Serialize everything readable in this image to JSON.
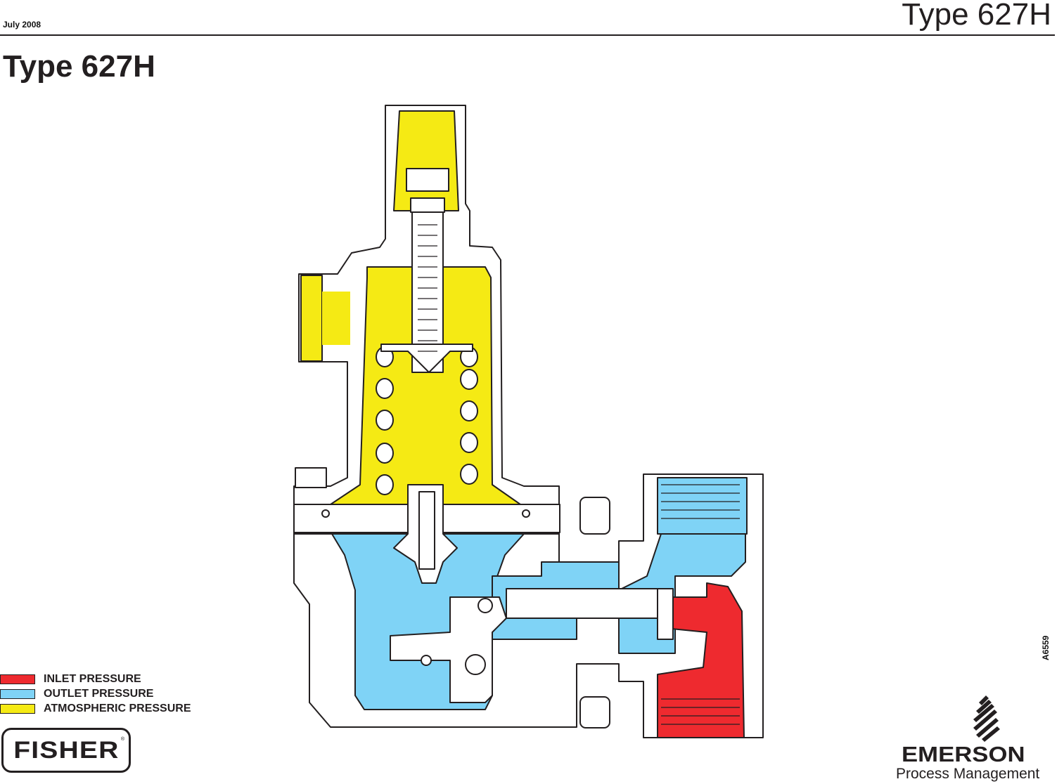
{
  "header": {
    "date": "July 2008",
    "title_right": "Type 627H"
  },
  "page_title": "Type 627H",
  "figure_id": "A6559",
  "legend": [
    {
      "label": "INLET PRESSURE",
      "color": "#ee2a2f"
    },
    {
      "label": "OUTLET PRESSURE",
      "color": "#7fd3f6"
    },
    {
      "label": "ATMOSPHERIC PRESSURE",
      "color": "#f5ea14"
    }
  ],
  "colors": {
    "inlet": "#ee2a2f",
    "outlet": "#7fd3f6",
    "atmospheric": "#f5ea14",
    "outline": "#231f20"
  },
  "brand_left": {
    "name": "FISHER"
  },
  "brand_right": {
    "name": "EMERSON",
    "sub": "Process Management",
    "icon": "emerson-mark-icon"
  }
}
